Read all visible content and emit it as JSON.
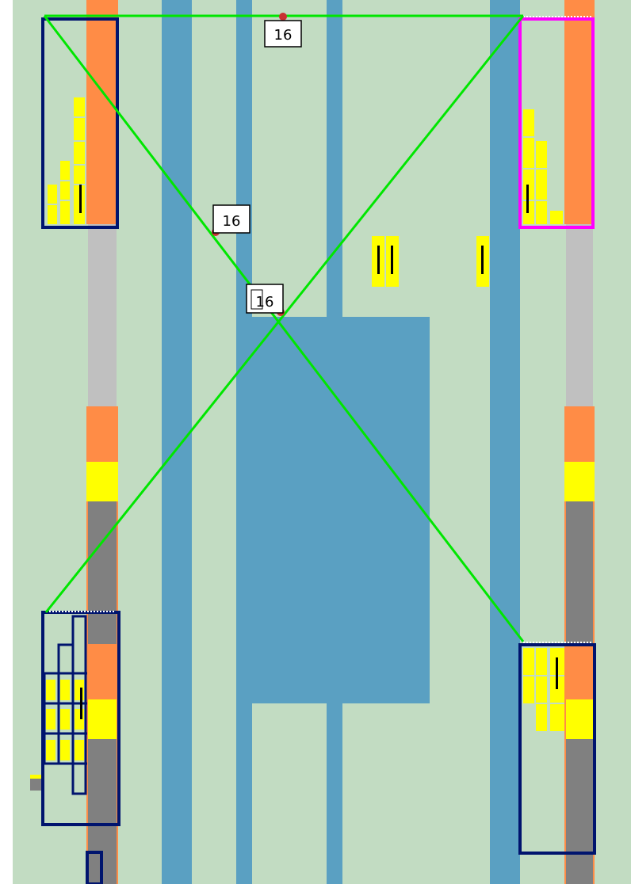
{
  "colors": {
    "ground": "#c2dcc2",
    "water": "#5aa0c2",
    "orange": "#ff8c46",
    "gray_light": "#c0c0c0",
    "gray_dark": "#808080",
    "yellow": "#ffff00",
    "navy": "#00146e",
    "magenta": "#ff00ff",
    "line_green": "#00e600",
    "marker_red": "#c83232"
  },
  "labels": {
    "top": "16",
    "mid": "16",
    "center": "16"
  },
  "icons": [
    "unit-marker-icon",
    "waypoint-marker-icon"
  ]
}
